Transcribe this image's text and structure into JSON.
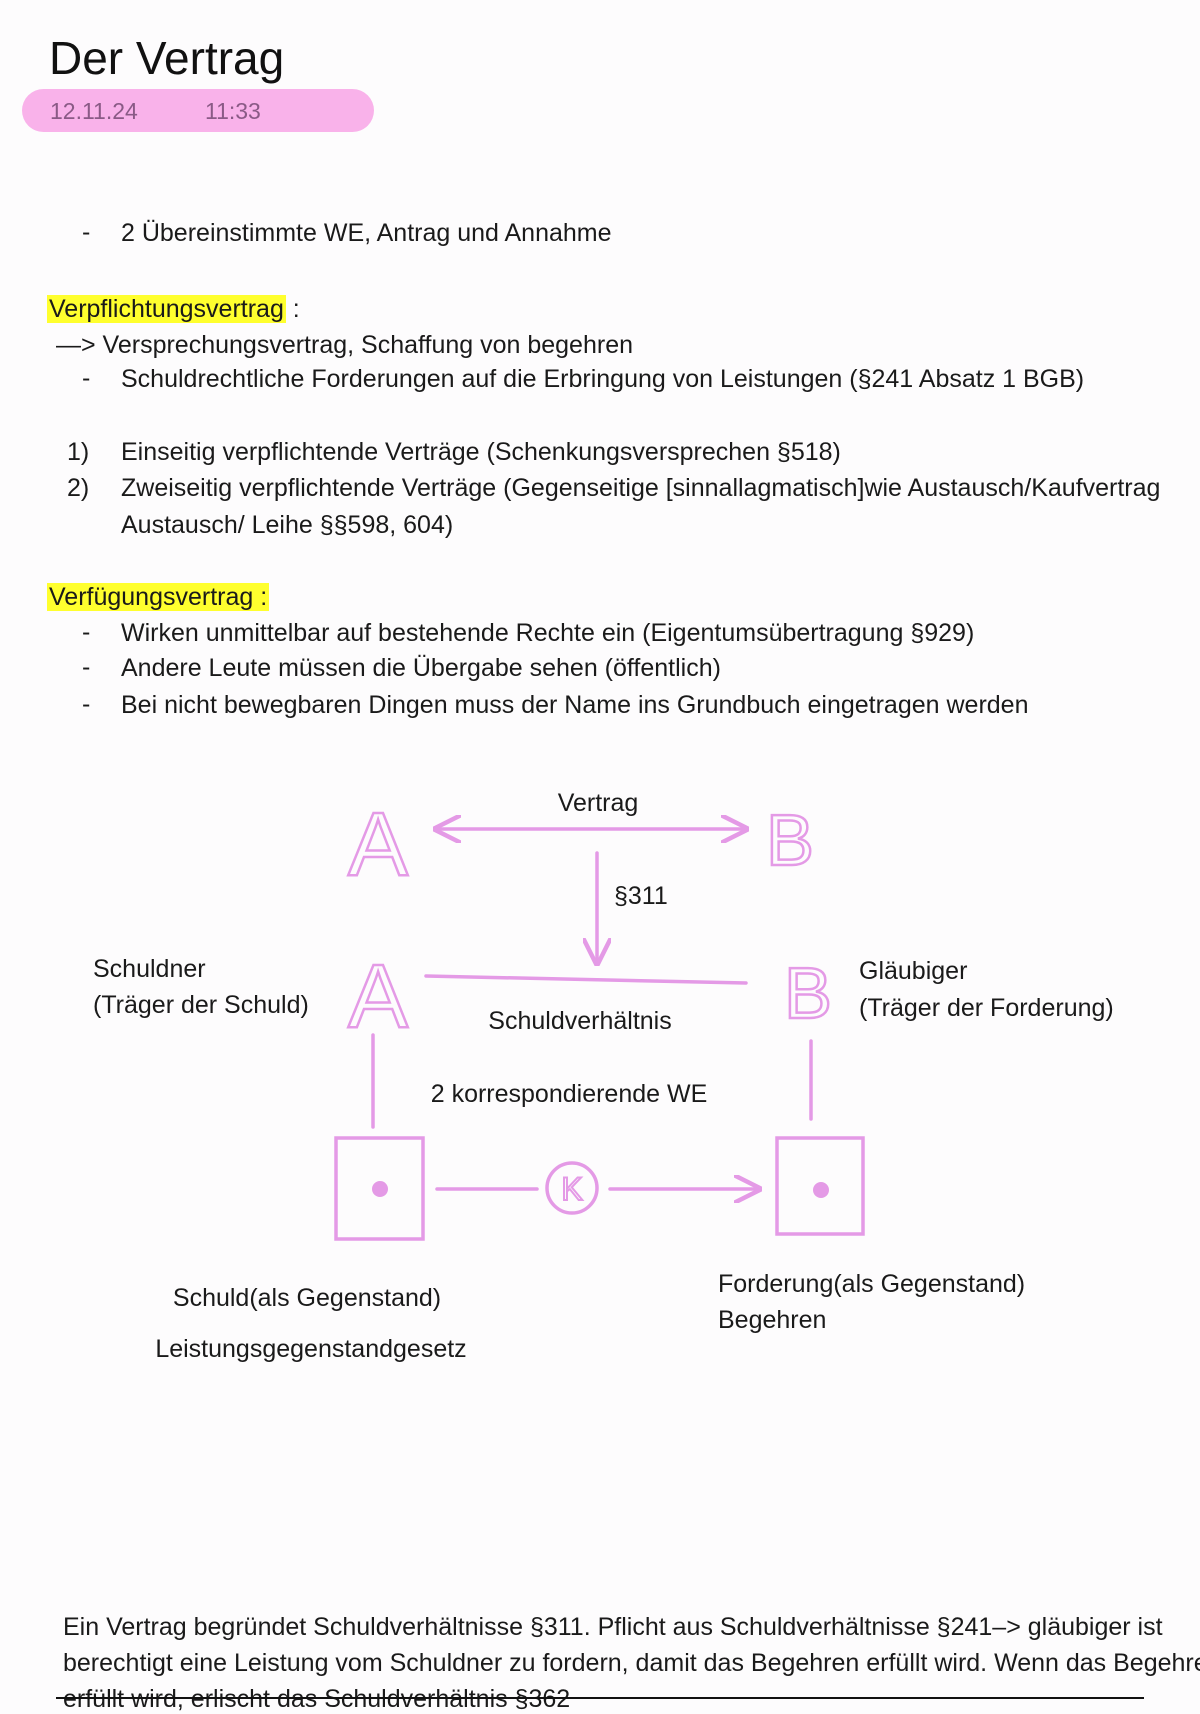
{
  "title": "Der Vertrag",
  "date": "12.11.24",
  "time": "11:33",
  "intro_bullet": "2 Übereinstimmte WE, Antrag und Annahme",
  "verpflichtung": {
    "heading": "Verpflichtungsvertrag",
    "colon": " :",
    "arrow_line": "—> Versprechungsvertrag, Schaffung von begehren",
    "bullet": "Schuldrechtliche Forderungen auf die Erbringung von Leistungen (§241 Absatz 1 BGB)",
    "numbered": [
      {
        "num": "1)",
        "text": "Einseitig verpflichtende Verträge (Schenkungsversprechen §518)"
      },
      {
        "num": "2)",
        "text": "Zweiseitig verpflichtende Verträge (Gegenseitige [sinnallagmatisch]wie Austausch/Kaufvertrag",
        "cont": "Austausch/ Leihe §§598, 604)"
      }
    ]
  },
  "verfuegung": {
    "heading": "Verfügungsvertrag :",
    "bullets": [
      "Wirken unmittelbar auf bestehende Rechte ein (Eigentumsübertragung §929)",
      "Andere Leute müssen die Übergabe sehen (öffentlich)",
      "Bei nicht bewegbaren Dingen muss der Name ins Grundbuch eingetragen werden"
    ]
  },
  "diagram": {
    "letter_a": "A",
    "letter_b": "B",
    "vertrag": "Vertrag",
    "para311": "§311",
    "schuldner": "Schuldner",
    "schuldner_sub": "(Träger der Schuld)",
    "glaeubiger": "Gläubiger",
    "glaeubiger_sub": "(Träger der Forderung)",
    "schuldverhaeltnis": "Schuldverhältnis",
    "korrespondierende": "2 korrespondierende WE",
    "k": "K",
    "schuld_gegenstand": "Schuld(als Gegenstand)",
    "leistung": "Leistungsgegenstandgesetz",
    "forderung_gegenstand": "Forderung(als Gegenstand)",
    "begehren": "Begehren",
    "ink_color": "#e49ae6"
  },
  "summary": [
    "Ein Vertrag begründet Schuldverhältnisse §311. Pflicht aus Schuldverhältnisse §241–> gläubiger ist",
    "berechtigt eine Leistung vom Schuldner zu fordern, damit das Begehren erfüllt wird. Wenn das Begehren",
    "erfüllt wird, erlischt das Schuldverhältnis §362"
  ],
  "dash": "-"
}
